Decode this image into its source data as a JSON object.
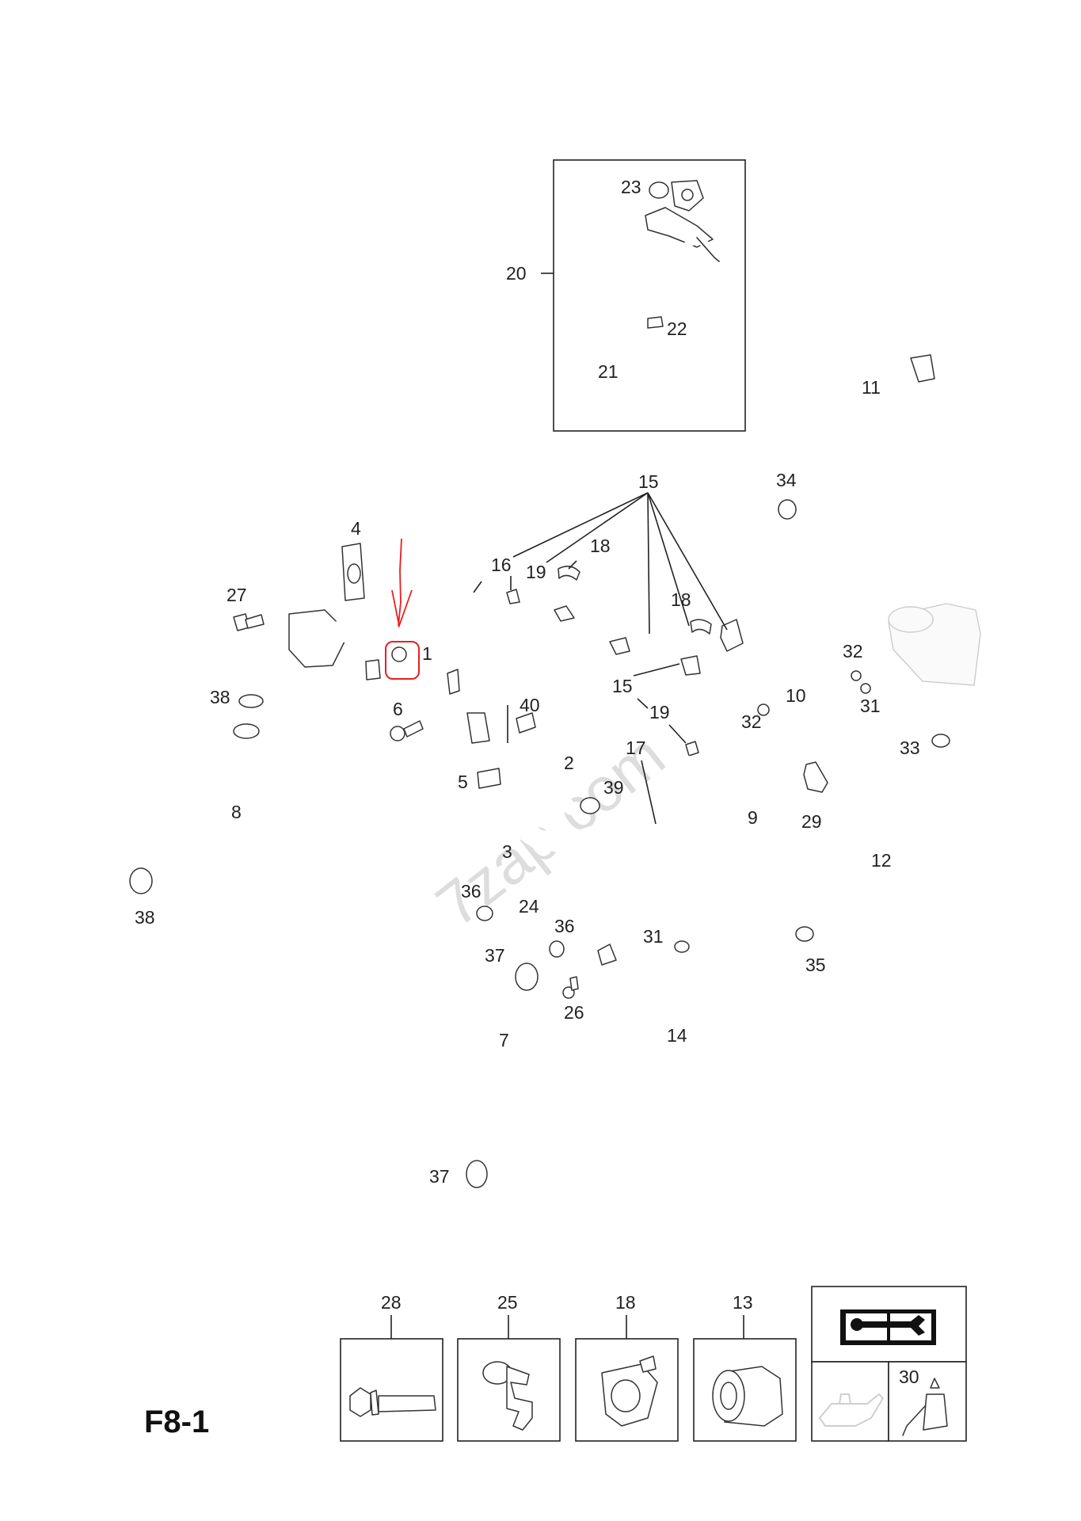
{
  "page_code": "F8-1",
  "watermark": "7zap.com",
  "accent_color": "#e8201f",
  "callouts": {
    "n1": "1",
    "n2": "2",
    "n3": "3",
    "n4": "4",
    "n5": "5",
    "n6": "6",
    "n7": "7",
    "n8": "8",
    "n9": "9",
    "n10": "10",
    "n11": "11",
    "n12": "12",
    "n14": "14",
    "n15": "15",
    "n16": "16",
    "n17": "17",
    "n18": "18",
    "n19": "19",
    "n20": "20",
    "n21": "21",
    "n22": "22",
    "n23": "23",
    "n24": "24",
    "n26": "26",
    "n27": "27",
    "n29": "29",
    "n31": "31",
    "n32": "32",
    "n33": "33",
    "n34": "34",
    "n35": "35",
    "n36": "36",
    "n37": "37",
    "n38": "38",
    "n39": "39",
    "n40": "40"
  },
  "legend": {
    "boxes": [
      {
        "number": "28",
        "icon": "bolt-icon"
      },
      {
        "number": "25",
        "icon": "clip-icon"
      },
      {
        "number": "18",
        "icon": "grommet-clip-icon"
      },
      {
        "number": "13",
        "icon": "sleeve-icon"
      }
    ],
    "manual_icon": "book-wrench-icon",
    "oil_icon": "oil-can-icon",
    "sealant": {
      "number": "30",
      "icon": "sealant-bottle-icon"
    }
  }
}
